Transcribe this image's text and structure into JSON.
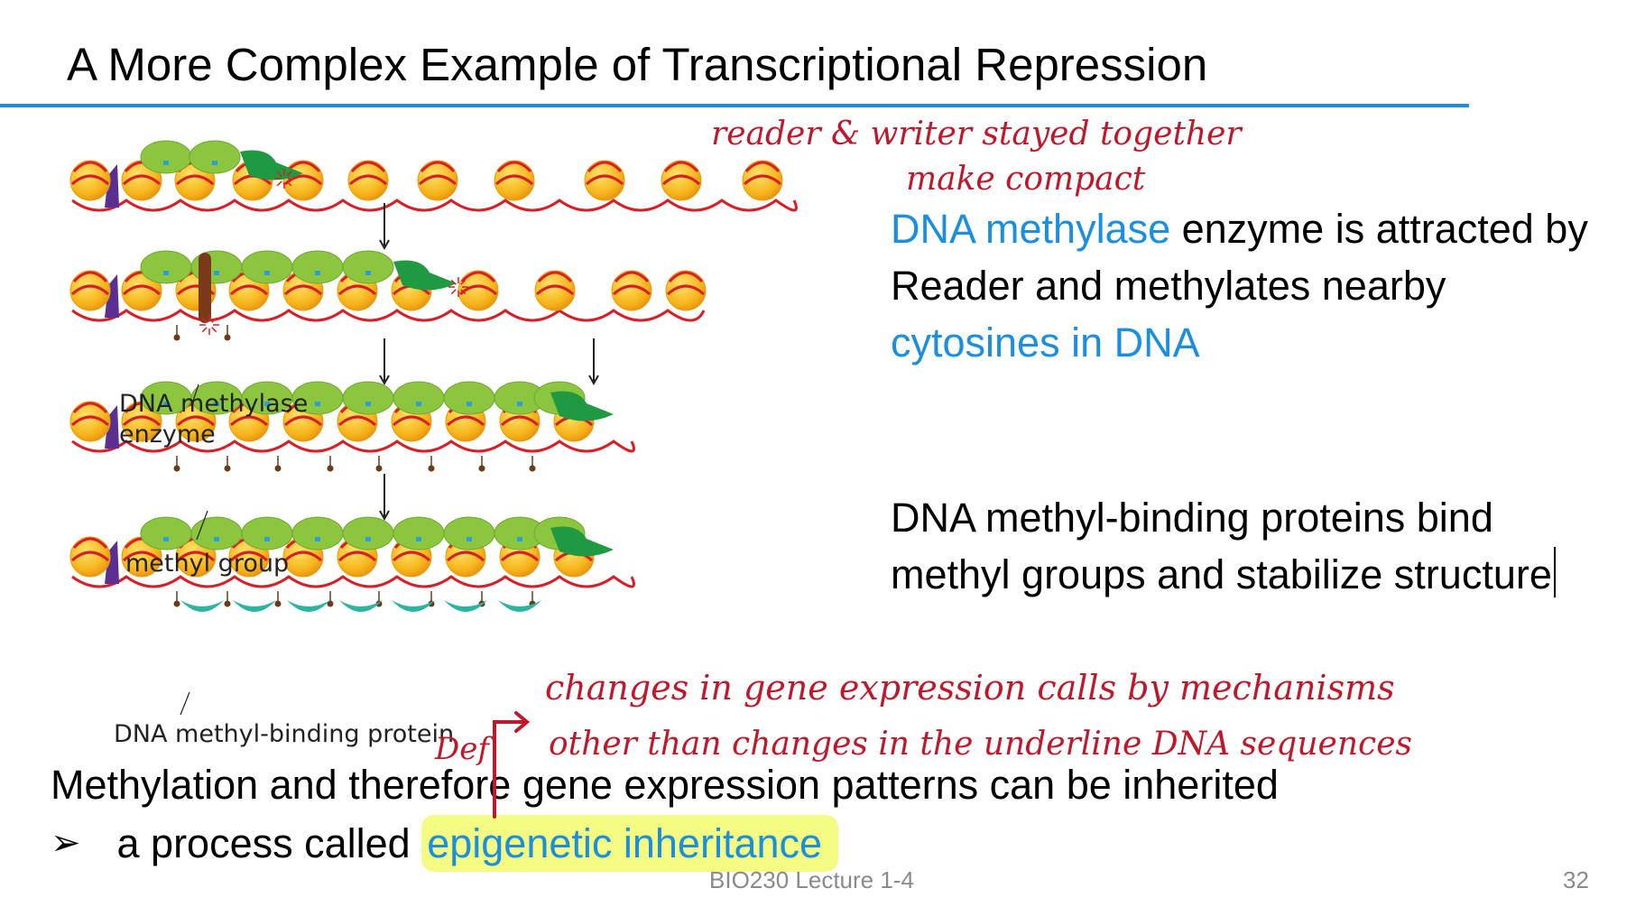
{
  "slide": {
    "title": "A More Complex Example of Transcriptional Repression",
    "footer": "BIO230 Lecture 1-4",
    "page_number": "32"
  },
  "diagram": {
    "labels": {
      "methylase": [
        "DNA methylase",
        "enzyme"
      ],
      "methyl_group": "methyl group",
      "binding_protein": "DNA methyl-binding protein"
    }
  },
  "text": {
    "p1_part1": "DNA methylase",
    "p1_part2": " enzyme is attracted by Reader and methylates nearby ",
    "p1_part3": "cytosines in DNA",
    "p2": "DNA methyl-binding proteins bind methyl groups and stabilize structure",
    "line3": "Methylation and therefore gene expression patterns can be inherited",
    "line4_prefix": "a process called ",
    "line4_highlight": "epigenetic inheritance"
  },
  "annotations": {
    "note1": "reader & writer stayed together",
    "note2": "make compact",
    "note3": "changes in gene expression calls by mechanisms",
    "note4": "other than changes in the underline DNA sequences",
    "def": "Def"
  },
  "colors": {
    "accent_blue": "#1a8fe0",
    "ink_red": "#c0182a",
    "highlight": "#f0fa5a"
  }
}
